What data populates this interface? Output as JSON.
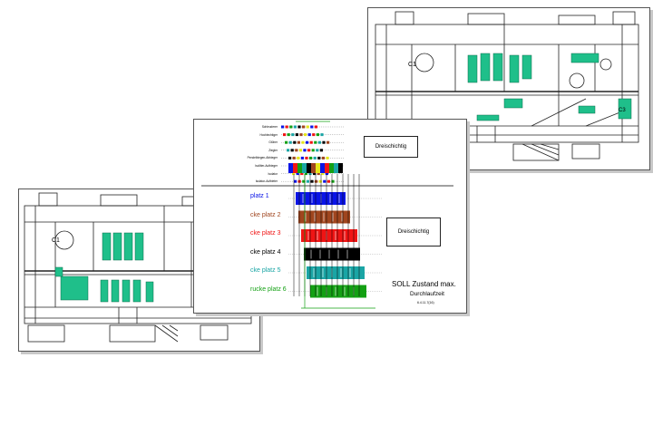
{
  "chart": {
    "legend_box_top": "Dreischichtig",
    "legend_box_bottom": "Dreischichtig",
    "top_labels": [
      "Schleuderer",
      "Hochlechtiger",
      "Glüher",
      "Ziegler",
      "Pendelbiegen-Abbieger",
      "Isolliter-Aufbieger",
      "Isolator",
      "Isolator-Aufbieter"
    ],
    "stations": [
      {
        "label": "platz 1",
        "color": "#0a14e6"
      },
      {
        "label": "cke platz 2",
        "color": "#a0451e"
      },
      {
        "label": "cke platz 3",
        "color": "#f01414"
      },
      {
        "label": "cke platz 4",
        "color": "#000000"
      },
      {
        "label": "cke platz 5",
        "color": "#1aa5a5"
      },
      {
        "label": "rucke platz 6",
        "color": "#13a013"
      }
    ],
    "soll_line1": "SOLL Zustand max.",
    "soll_line2": "Durchlaufzeit",
    "date": "6.4.11.7(16)"
  },
  "colors": {
    "equipment": "#1fbf8a",
    "plan_line": "#222222"
  }
}
